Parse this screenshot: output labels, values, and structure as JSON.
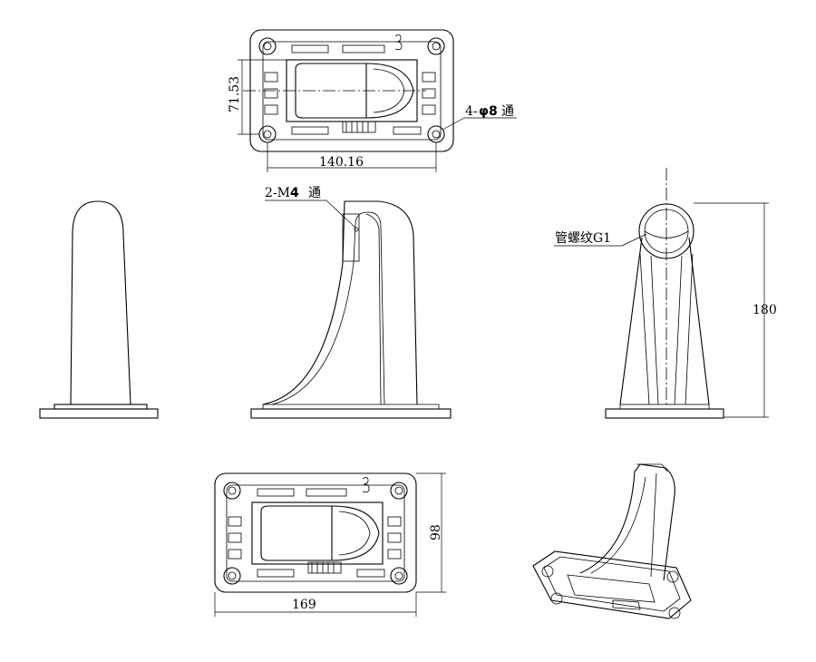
{
  "dimensions": {
    "top_width": "140.16",
    "top_height": "71.53",
    "hole_note_prefix": "4-",
    "hole_note_dia": "φ8",
    "hole_note_suffix": "通",
    "screw_note_prefix": "2-M",
    "screw_note_size": "4",
    "screw_note_suffix": "通",
    "pipe_thread": "管螺纹G1",
    "side_height": "180",
    "bottom_width": "169",
    "bottom_height": "98"
  }
}
